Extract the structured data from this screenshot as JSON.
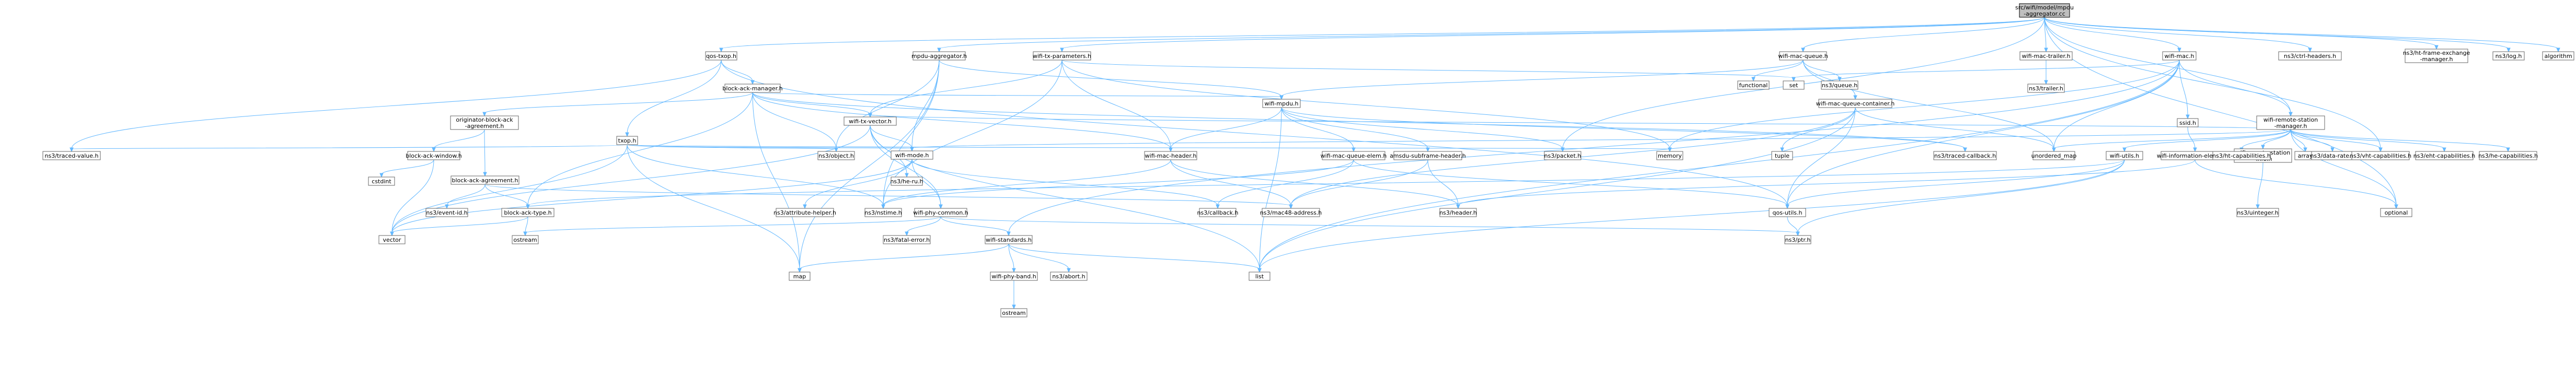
{
  "root": "src/wifi/model/mpdu-aggregator.cc",
  "nodes": {
    "root": "src/wifi/model/mpdu\n-aggregator.cc",
    "qos_txop": "qos-txop.h",
    "mpdu_agg": "mpdu-aggregator.h",
    "tx_params": "wifi-tx-parameters.h",
    "mac_queue": "wifi-mac-queue.h",
    "mac_trailer": "wifi-mac-trailer.h",
    "wifi_mac": "wifi-mac.h",
    "ctrl_hdr": "ns3/ctrl-headers.h",
    "frame_exch": "ns3/ht-frame-exchange\n-manager.h",
    "ns3_log": "ns3/log.h",
    "algorithm": "algorithm",
    "block_ack_mgr": "block-ack-manager.h",
    "txop": "txop.h",
    "mac_trailer_h": "ns3/trailer.h",
    "mpdu_h": "wifi-mpdu.h",
    "queue_container": "wifi-mac-queue-container.h",
    "ssid": "ssid.h",
    "remote_station_mgr": "wifi-remote-station\n-manager.h",
    "orig_bam": "originator-block-ack\n-agreement.h",
    "tx_vector": "wifi-tx-vector.h",
    "traced_value": "ns3/traced-value.h",
    "functional": "functional",
    "set": "set",
    "ns3_queue": "ns3/queue.h",
    "bam_window": "block-ack-window.h",
    "block_ack_agreement": "block-ack-agreement.h",
    "wifi_mode": "wifi-mode.h",
    "mac_header": "wifi-mac-header.h",
    "ns3_object": "ns3/object.h",
    "he_ru": "ns3/he-ru.h",
    "mac_queue_elem": "wifi-mac-queue-elem.h",
    "amsdu_sub": "amsdu-subframe-header.h",
    "tuple": "tuple",
    "traced_callback": "ns3/traced-callback.h",
    "memory": "memory",
    "unordered_map": "unordered_map",
    "ns3_packet": "ns3/packet.h",
    "info_elem": "wifi-information-element.h",
    "wifi_utils": "wifi-utils.h",
    "remote_station_info": "wifi-remote-station\n-info.h",
    "ht_cap": "ns3/ht-capabilities.h",
    "array": "array",
    "data_rate": "ns3/data-rate.h",
    "eht_cap": "ns3/eht-capabilities.h",
    "he_cap": "ns3/he-capabilities.h",
    "vht_cap": "ns3/vht-capabilities.h",
    "cstdint": "cstdint",
    "block_ack_type": "block-ack-type.h",
    "event_id": "ns3/event-id.h",
    "ns3_nstime": "ns3/nstime.h",
    "attribute_helper": "ns3/attribute-helper.h",
    "phy_common": "wifi-phy-common.h",
    "ns3_callback": "ns3/callback.h",
    "mac48": "ns3/mac48-address.h",
    "ns3_header": "ns3/header.h",
    "qos_utils": "qos-utils.h",
    "ns3_uinteger": "ns3/uinteger.h",
    "optional": "optional",
    "vector": "vector",
    "ostream": "ostream",
    "fatal_error": "ns3/fatal-error.h",
    "wifi_standards": "wifi-standards.h",
    "ns3_ptr": "ns3/ptr.h",
    "map": "map",
    "ns3_abort": "ns3/abort.h",
    "list": "list",
    "phy_band": "wifi-phy-band.h",
    "ostream2": "ostream"
  },
  "edges": [
    [
      "root",
      "qos_txop"
    ],
    [
      "root",
      "mpdu_agg"
    ],
    [
      "root",
      "tx_params"
    ],
    [
      "root",
      "mac_queue"
    ],
    [
      "root",
      "mac_trailer"
    ],
    [
      "root",
      "wifi_mac"
    ],
    [
      "root",
      "ctrl_hdr"
    ],
    [
      "root",
      "frame_exch"
    ],
    [
      "root",
      "ns3_log"
    ],
    [
      "root",
      "algorithm"
    ],
    [
      "root",
      "remote_station_mgr"
    ],
    [
      "root",
      "ns3_packet"
    ],
    [
      "root",
      "vht_cap"
    ],
    [
      "root",
      "optional"
    ],
    [
      "qos_txop",
      "block_ack_mgr"
    ],
    [
      "qos_txop",
      "txop"
    ],
    [
      "qos_txop",
      "qos_utils"
    ],
    [
      "qos_txop",
      "traced_value"
    ],
    [
      "mpdu_agg",
      "mpdu_h"
    ],
    [
      "mpdu_agg",
      "ns3_nstime"
    ],
    [
      "mpdu_agg",
      "wifi_mode"
    ],
    [
      "mpdu_agg",
      "ns3_object"
    ],
    [
      "mpdu_agg",
      "map"
    ],
    [
      "tx_params",
      "tx_vector"
    ],
    [
      "tx_params",
      "mac_header"
    ],
    [
      "tx_params",
      "ns3_nstime"
    ],
    [
      "tx_params",
      "set"
    ],
    [
      "tx_params",
      "memory"
    ],
    [
      "mac_queue",
      "queue_container"
    ],
    [
      "mac_queue",
      "mpdu_h"
    ],
    [
      "mac_queue",
      "ns3_queue"
    ],
    [
      "mac_queue",
      "functional"
    ],
    [
      "mac_queue",
      "unordered_map"
    ],
    [
      "mac_trailer",
      "mac_trailer_h"
    ],
    [
      "wifi_mac",
      "ssid"
    ],
    [
      "wifi_mac",
      "remote_station_mgr"
    ],
    [
      "wifi_mac",
      "qos_utils"
    ],
    [
      "wifi_mac",
      "memory"
    ],
    [
      "wifi_mac",
      "list"
    ],
    [
      "wifi_mac",
      "unordered_map"
    ],
    [
      "wifi_mac",
      "set"
    ],
    [
      "wifi_mac",
      "wifi_standards"
    ],
    [
      "block_ack_mgr",
      "orig_bam"
    ],
    [
      "block_ack_mgr",
      "tx_vector"
    ],
    [
      "block_ack_mgr",
      "mpdu_h"
    ],
    [
      "block_ack_mgr",
      "block_ack_type"
    ],
    [
      "block_ack_mgr",
      "ns3_object"
    ],
    [
      "block_ack_mgr",
      "traced_callback"
    ],
    [
      "block_ack_mgr",
      "map"
    ],
    [
      "block_ack_mgr",
      "mac_header"
    ],
    [
      "txop",
      "ns3_object"
    ],
    [
      "txop",
      "traced_value"
    ],
    [
      "txop",
      "ns3_nstime"
    ],
    [
      "txop",
      "wifi_mode"
    ],
    [
      "txop",
      "vector"
    ],
    [
      "txop",
      "memory"
    ],
    [
      "txop",
      "map"
    ],
    [
      "mpdu_h",
      "mac_queue_elem"
    ],
    [
      "mpdu_h",
      "amsdu_sub"
    ],
    [
      "mpdu_h",
      "mac_header"
    ],
    [
      "mpdu_h",
      "ns3_packet"
    ],
    [
      "mpdu_h",
      "traced_callback"
    ],
    [
      "mpdu_h",
      "list"
    ],
    [
      "queue_container",
      "tuple"
    ],
    [
      "queue_container",
      "unordered_map"
    ],
    [
      "queue_container",
      "qos_utils"
    ],
    [
      "queue_container",
      "mac48"
    ],
    [
      "queue_container",
      "list"
    ],
    [
      "ssid",
      "info_elem"
    ],
    [
      "remote_station_mgr",
      "wifi_utils"
    ],
    [
      "remote_station_mgr",
      "remote_station_info"
    ],
    [
      "remote_station_mgr",
      "ht_cap"
    ],
    [
      "remote_station_mgr",
      "array"
    ],
    [
      "remote_station_mgr",
      "data_rate"
    ],
    [
      "remote_station_mgr",
      "eht_cap"
    ],
    [
      "remote_station_mgr",
      "he_cap"
    ],
    [
      "remote_station_mgr",
      "vht_cap"
    ],
    [
      "remote_station_mgr",
      "unordered_map"
    ],
    [
      "remote_station_mgr",
      "optional"
    ],
    [
      "remote_station_mgr",
      "wifi_mode"
    ],
    [
      "remote_station_mgr",
      "tx_vector"
    ],
    [
      "orig_bam",
      "block_ack_agreement"
    ],
    [
      "orig_bam",
      "bam_window"
    ],
    [
      "tx_vector",
      "wifi_mode"
    ],
    [
      "tx_vector",
      "he_ru"
    ],
    [
      "tx_vector",
      "phy_common"
    ],
    [
      "tx_vector",
      "list"
    ],
    [
      "tx_vector",
      "vector"
    ],
    [
      "bam_window",
      "cstdint"
    ],
    [
      "bam_window",
      "vector"
    ],
    [
      "block_ack_agreement",
      "block_ack_type"
    ],
    [
      "block_ack_agreement",
      "event_id"
    ],
    [
      "block_ack_agreement",
      "mac48"
    ],
    [
      "wifi_mode",
      "attribute_helper"
    ],
    [
      "wifi_mode",
      "ns3_callback"
    ],
    [
      "wifi_mode",
      "phy_common"
    ],
    [
      "wifi_mode",
      "vector"
    ],
    [
      "mac_header",
      "ns3_header"
    ],
    [
      "mac_header",
      "mac48"
    ],
    [
      "mac_header",
      "ns3_nstime"
    ],
    [
      "mac_queue_elem",
      "ns3_nstime"
    ],
    [
      "mac_queue_elem",
      "ns3_callback"
    ],
    [
      "mac_queue_elem",
      "qos_utils"
    ],
    [
      "amsdu_sub",
      "ns3_header"
    ],
    [
      "amsdu_sub",
      "mac48"
    ],
    [
      "info_elem",
      "ns3_header"
    ],
    [
      "info_elem",
      "optional"
    ],
    [
      "wifi_utils",
      "block_ack_type"
    ],
    [
      "wifi_utils",
      "qos_utils"
    ],
    [
      "wifi_utils",
      "ns3_ptr"
    ],
    [
      "wifi_utils",
      "list"
    ],
    [
      "remote_station_info",
      "ns3_uinteger"
    ],
    [
      "block_ack_type",
      "vector"
    ],
    [
      "block_ack_type",
      "ostream"
    ],
    [
      "phy_common",
      "wifi_standards"
    ],
    [
      "phy_common",
      "fatal_error"
    ],
    [
      "phy_common",
      "ns3_ptr"
    ],
    [
      "phy_common",
      "ostream"
    ],
    [
      "qos_utils",
      "ns3_ptr"
    ],
    [
      "wifi_standards",
      "phy_band"
    ],
    [
      "wifi_standards",
      "map"
    ],
    [
      "wifi_standards",
      "ns3_abort"
    ],
    [
      "wifi_standards",
      "list"
    ],
    [
      "phy_band",
      "ostream2"
    ]
  ]
}
